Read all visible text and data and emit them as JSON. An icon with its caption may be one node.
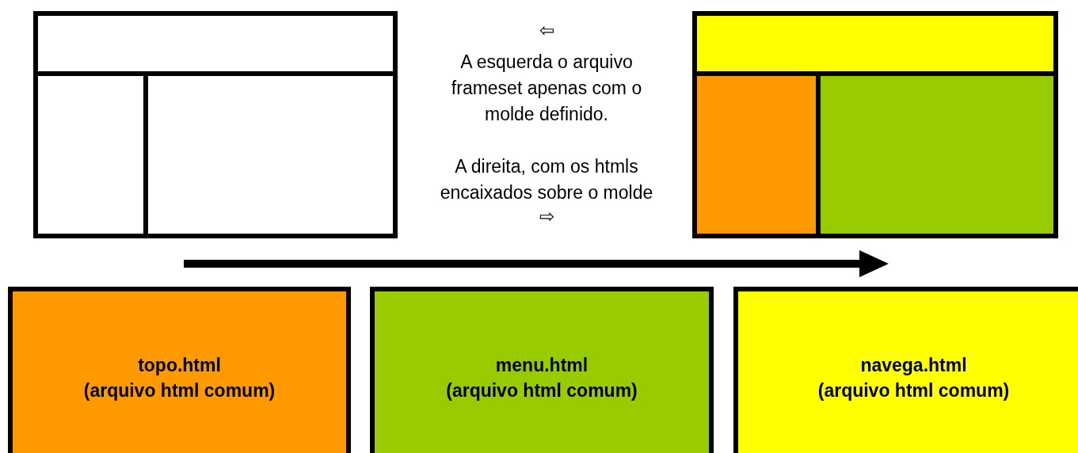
{
  "diagram": {
    "nodes": [
      {
        "text": [],
        "shape": "box"
      },
      {
        "text": [],
        "shape": "box",
        "in": 0
      },
      {
        "text": [],
        "shape": "box",
        "in": 0
      },
      {
        "text": [],
        "shape": "box",
        "in": 0
      },
      {
        "text": [],
        "shape": "box"
      },
      {
        "text": [],
        "shape": "box",
        "in": 4
      },
      {
        "text": [],
        "shape": "box",
        "in": 4
      },
      {
        "text": [],
        "shape": "box",
        "in": 4
      },
      {
        "text": [
          "topo.html",
          "(arquivo html comum)"
        ]
      },
      {
        "text": [
          "menu.html",
          "(arquivo html comum)"
        ]
      },
      {
        "text": [
          "navega.html",
          "(arquivo html comum)"
        ]
      }
    ],
    "edges": [],
    "labels": [
      "⇦",
      "A esquerda o arquivo frameset apenas com o molde definido.",
      "A direita, com os htmls encaixados sobre o molde",
      "⇨"
    ]
  }
}
